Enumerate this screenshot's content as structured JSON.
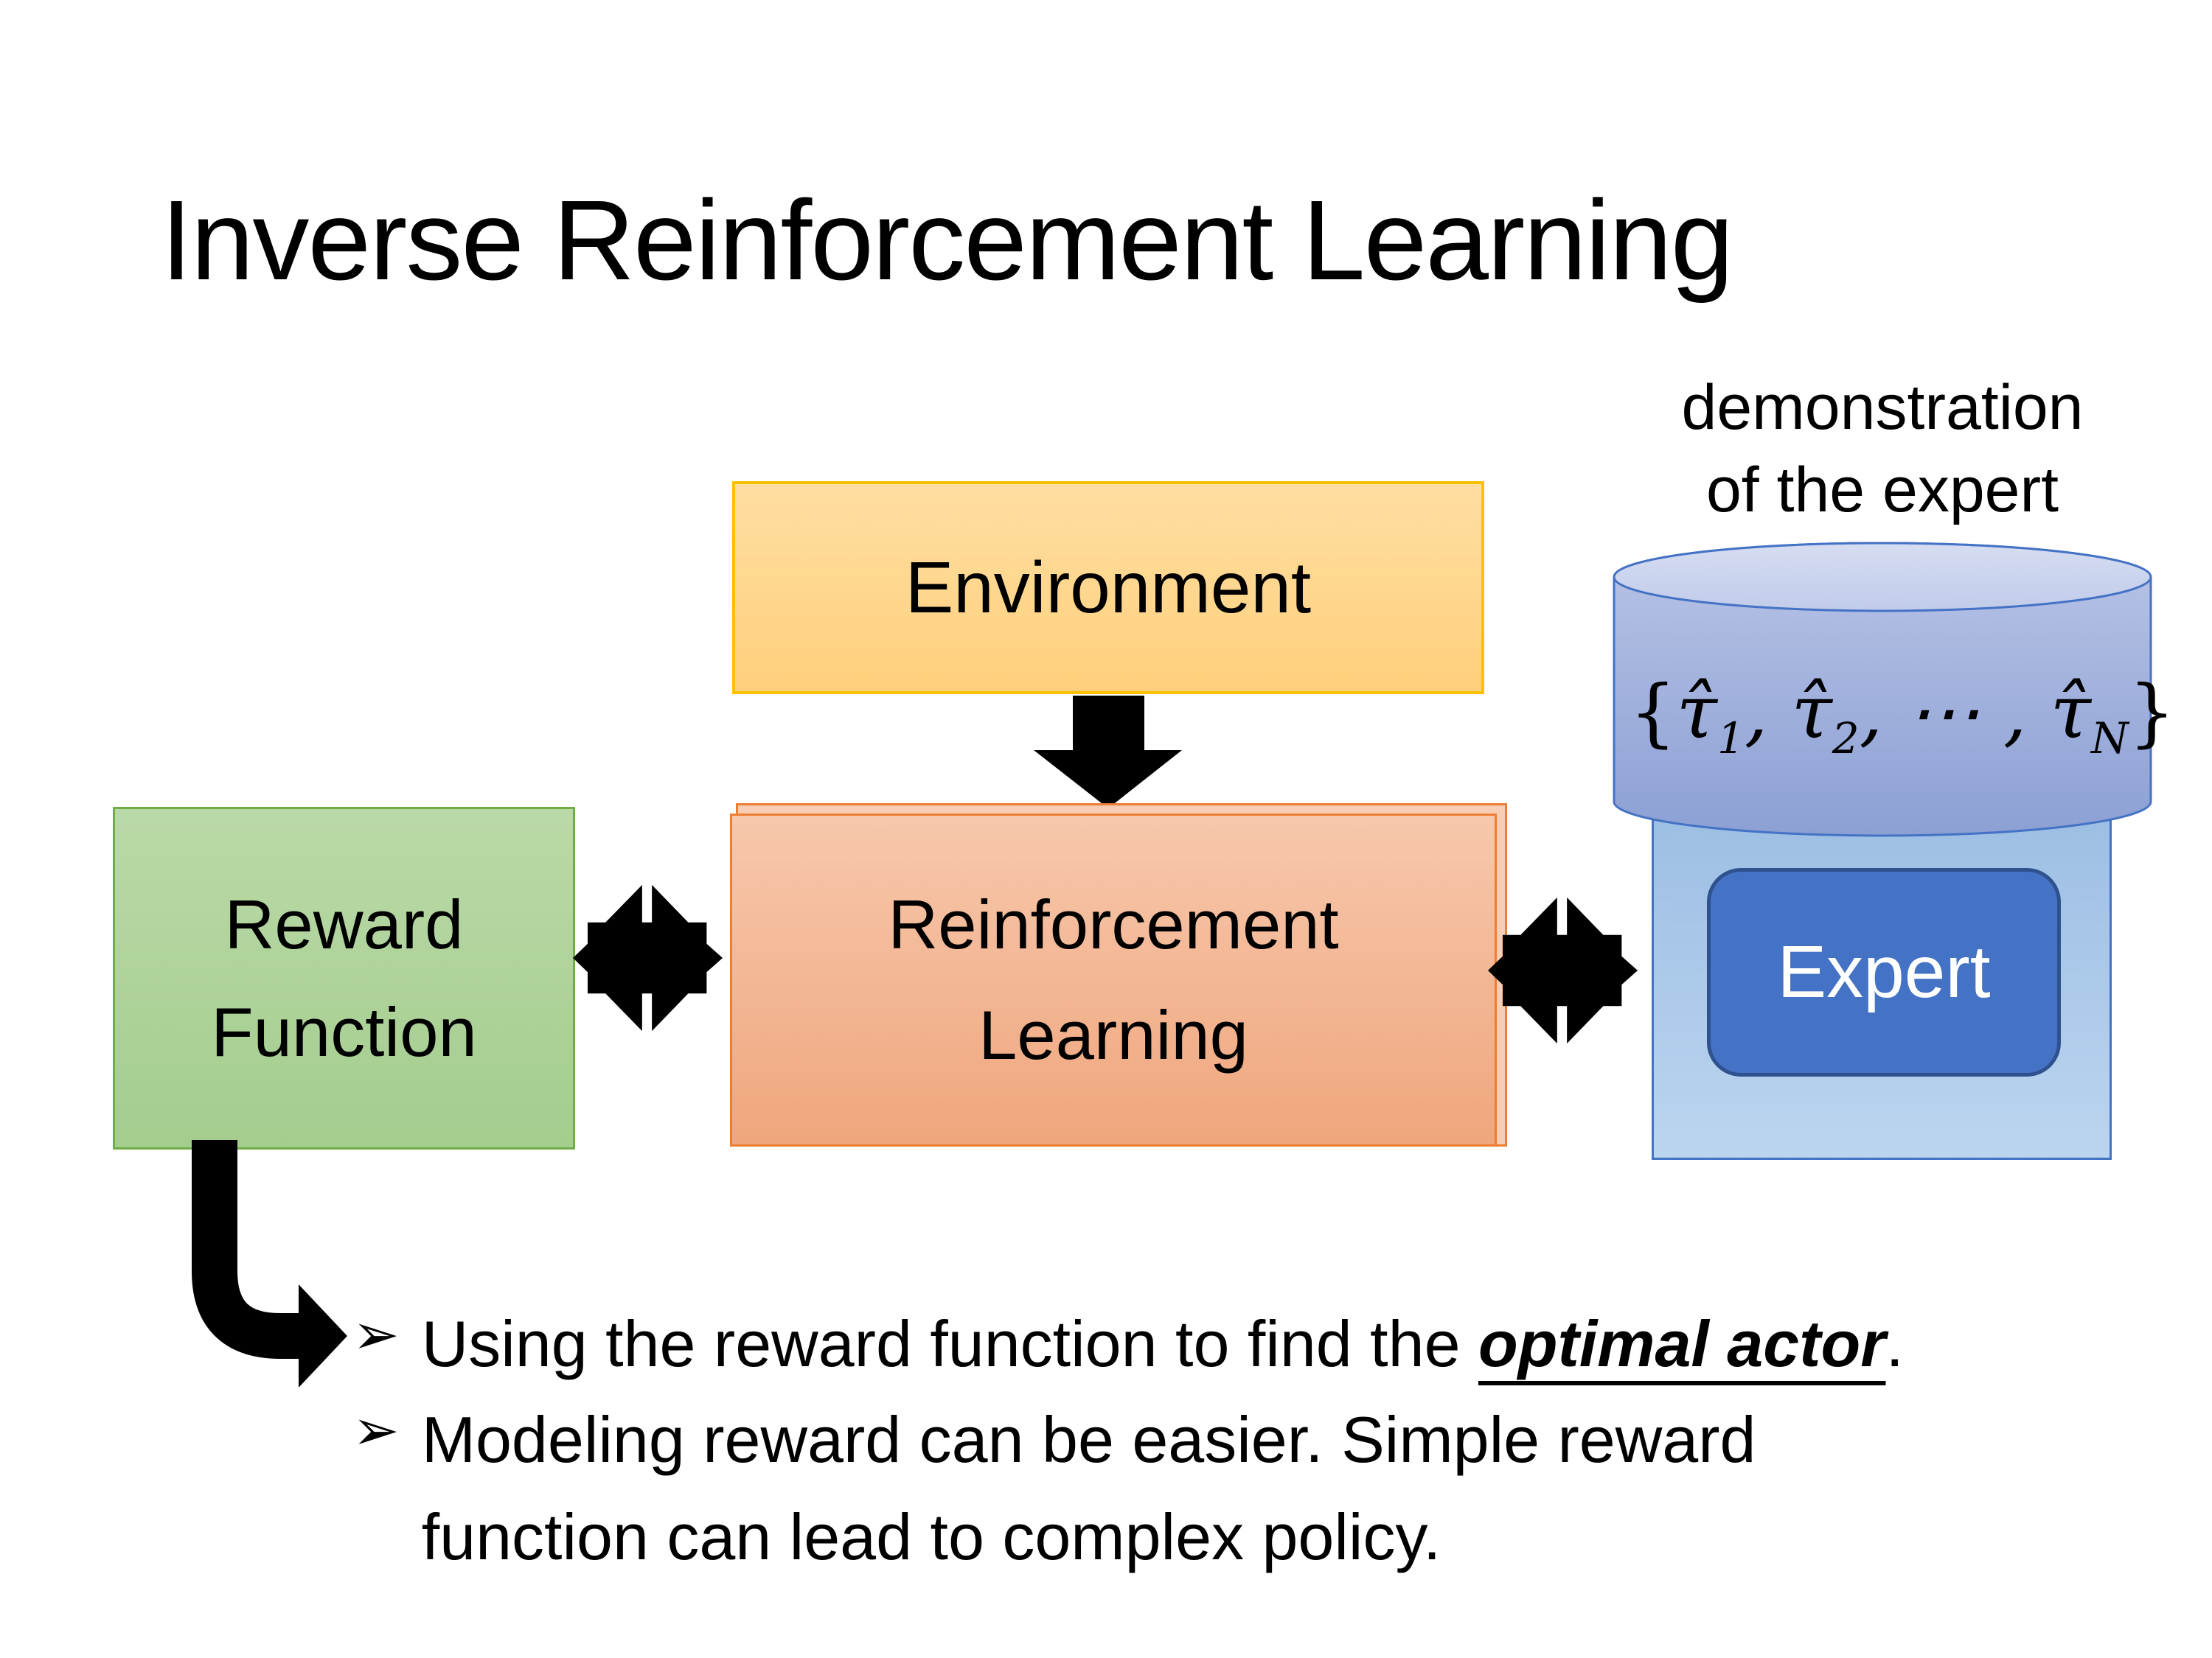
{
  "slide": {
    "title": "Inverse Reinforcement Learning"
  },
  "demo_label": {
    "line1": "demonstration",
    "line2": "of the expert"
  },
  "boxes": {
    "environment": "Environment",
    "reward": {
      "line1": "Reward",
      "line2": "Function"
    },
    "rl": {
      "line1": "Reinforcement",
      "line2": "Learning"
    },
    "expert": "Expert"
  },
  "dataset": {
    "open": "{",
    "tau1": "τ̂",
    "sub1": "1",
    "comma1": ", ",
    "tau2": "τ̂",
    "sub2": "2",
    "dots": ", ⋯ , ",
    "tau3": "τ̂",
    "sub3": "N",
    "close": "}"
  },
  "bullets": {
    "marker": "➢",
    "b1": {
      "prefix": "Using the reward function to find the ",
      "emphasis": "optimal actor",
      "suffix": "."
    },
    "b2": {
      "line1": "Modeling reward can be easier. Simple reward",
      "line2": "function can lead to complex policy."
    }
  },
  "colors": {
    "background": "#FFFFFF",
    "text": "#000000",
    "environment_border": "#FFC000",
    "environment_fill": "#FFD78F",
    "reward_border": "#70AD47",
    "reward_fill": "#AFD29B",
    "rl_border": "#ED7D31",
    "rl_fill": "#F3B598",
    "expert_panel_fill": "#A9C8E8",
    "cylinder_fill": "#9FAFD9",
    "cylinder_top_fill": "#CBD5EE",
    "blue_accent": "#4472C4",
    "expert_button_fill": "#4472C4",
    "expert_button_border": "#2F528F",
    "arrow_color": "#000000"
  }
}
